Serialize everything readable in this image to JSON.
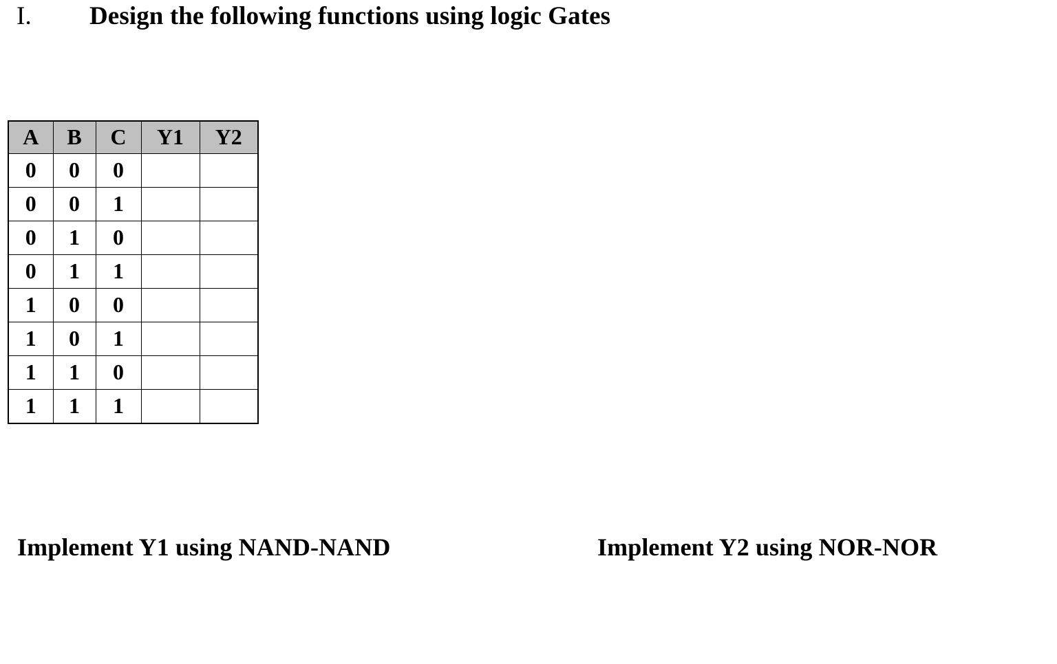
{
  "document": {
    "heading": {
      "numeral": "I.",
      "title": "Design the following functions using logic Gates"
    },
    "truth_table": {
      "headers": [
        "A",
        "B",
        "C",
        "Y1",
        "Y2"
      ],
      "rows": [
        {
          "A": "0",
          "B": "0",
          "C": "0",
          "Y1": "",
          "Y2": ""
        },
        {
          "A": "0",
          "B": "0",
          "C": "1",
          "Y1": "",
          "Y2": ""
        },
        {
          "A": "0",
          "B": "1",
          "C": "0",
          "Y1": "",
          "Y2": ""
        },
        {
          "A": "0",
          "B": "1",
          "C": "1",
          "Y1": "",
          "Y2": ""
        },
        {
          "A": "1",
          "B": "0",
          "C": "0",
          "Y1": "",
          "Y2": ""
        },
        {
          "A": "1",
          "B": "0",
          "C": "1",
          "Y1": "",
          "Y2": ""
        },
        {
          "A": "1",
          "B": "1",
          "C": "0",
          "Y1": "",
          "Y2": ""
        },
        {
          "A": "1",
          "B": "1",
          "C": "1",
          "Y1": "",
          "Y2": ""
        }
      ],
      "header_background": "#c0c0c0",
      "border_color": "#000000"
    },
    "prompts": [
      {
        "id": "y1",
        "text": "Implement Y1 using NAND-NAND"
      },
      {
        "id": "y2",
        "text": "Implement Y2 using NOR-NOR"
      }
    ]
  }
}
